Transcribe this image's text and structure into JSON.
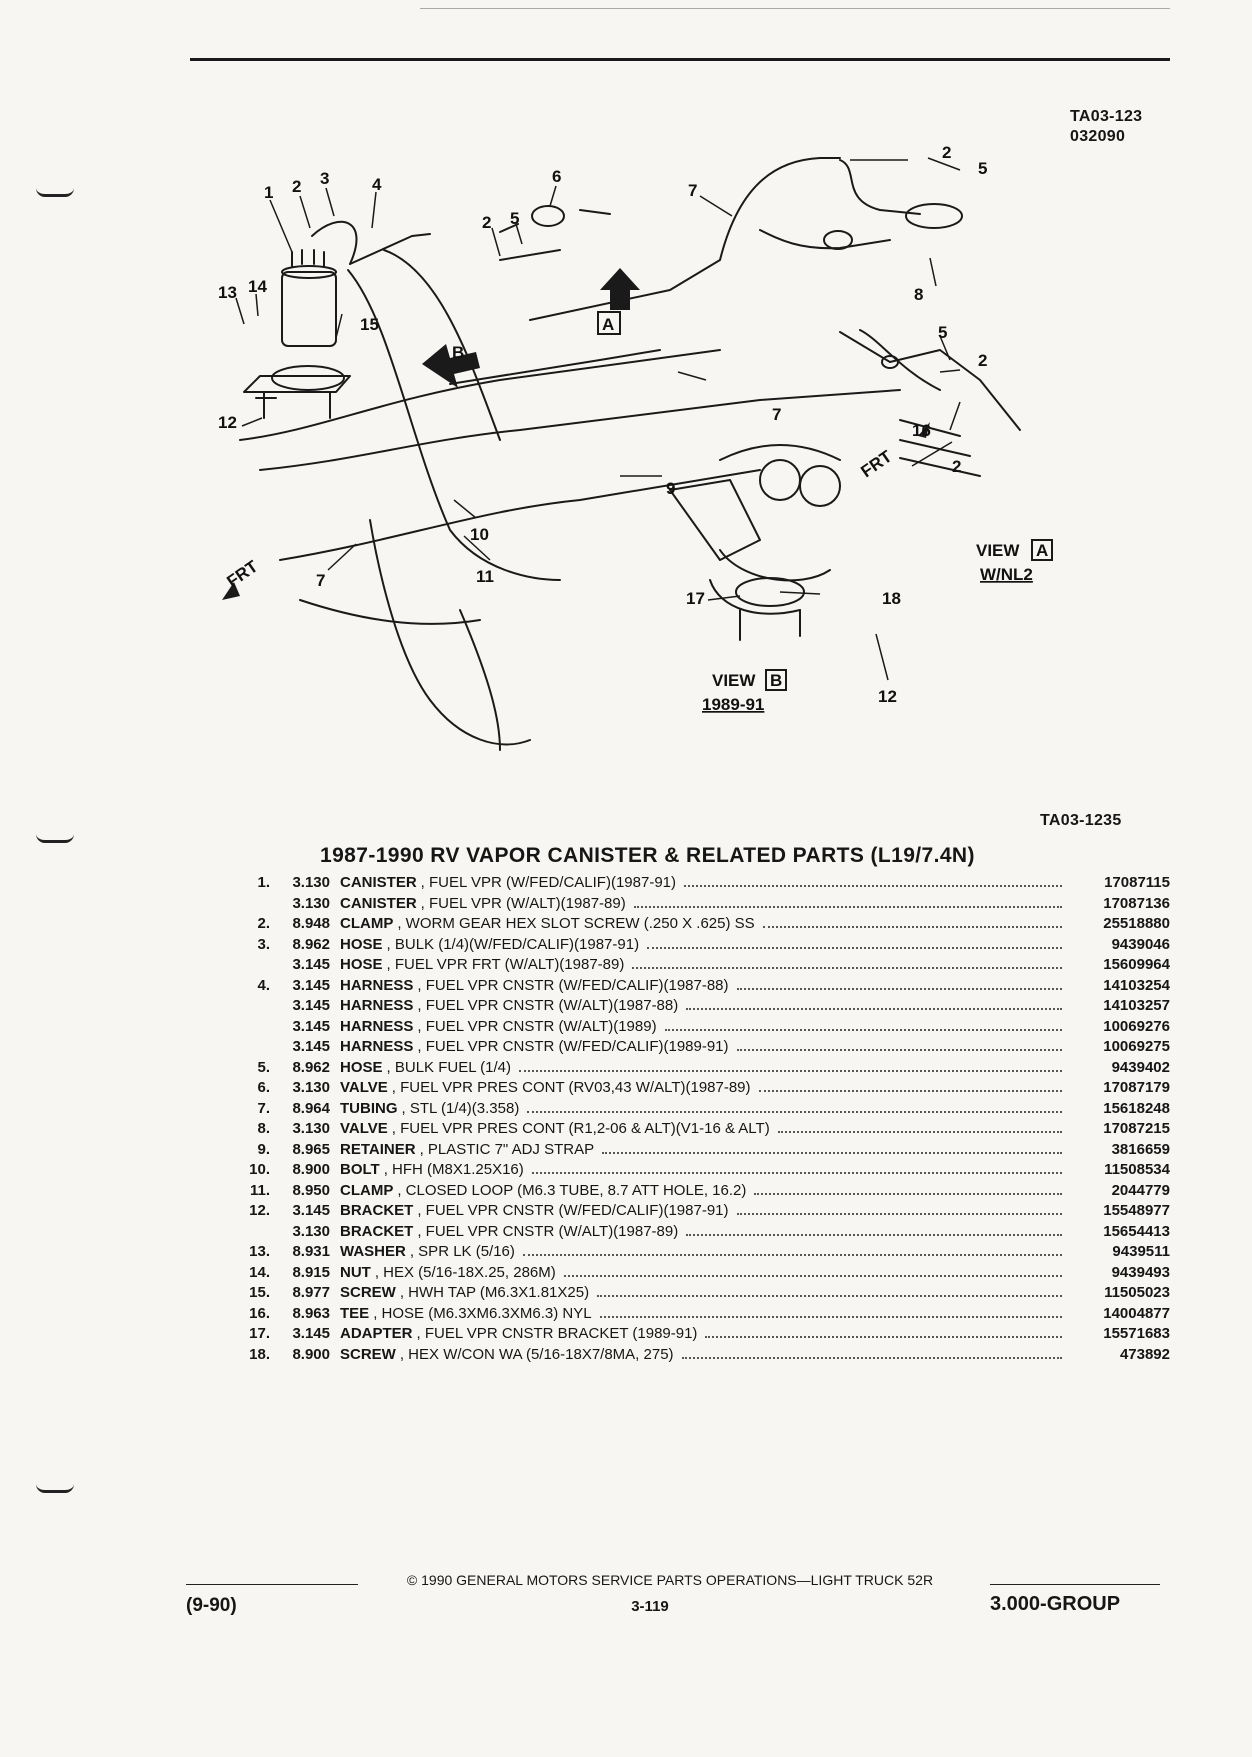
{
  "figure_codes": {
    "top_code": "TA03-123",
    "top_date": "032090",
    "bottom_code": "TA03-1235"
  },
  "diagram": {
    "callouts": [
      "1",
      "2",
      "3",
      "4",
      "13",
      "14",
      "15",
      "12",
      "2",
      "5",
      "6",
      "7",
      "5",
      "2",
      "8",
      "7",
      "9",
      "10",
      "11",
      "7",
      "5",
      "2",
      "16",
      "2",
      "17",
      "18",
      "12"
    ],
    "direction_labels": {
      "frt_left": "FRT",
      "frt_right": "FRT",
      "arrow_a": "A",
      "arrow_b": "B"
    },
    "view_a": {
      "label": "VIEW",
      "letter": "A",
      "sub": "W/NL2"
    },
    "view_b": {
      "label": "VIEW",
      "letter": "B",
      "sub": "1989-91"
    }
  },
  "title": "1987-1990 RV VAPOR CANISTER & RELATED PARTS (L19/7.4N)",
  "parts": [
    {
      "ref": "1.",
      "group": "3.130",
      "name": "CANISTER",
      "desc": ", FUEL VPR (W/FED/CALIF)(1987-91)",
      "part_no": "17087115"
    },
    {
      "ref": "",
      "group": "3.130",
      "name": "CANISTER",
      "desc": ", FUEL VPR (W/ALT)(1987-89)",
      "part_no": "17087136"
    },
    {
      "ref": "2.",
      "group": "8.948",
      "name": "CLAMP",
      "desc": ", WORM GEAR HEX SLOT SCREW (.250 X .625) SS",
      "part_no": "25518880"
    },
    {
      "ref": "3.",
      "group": "8.962",
      "name": "HOSE",
      "desc": ", BULK (1/4)(W/FED/CALIF)(1987-91)",
      "part_no": "9439046"
    },
    {
      "ref": "",
      "group": "3.145",
      "name": "HOSE",
      "desc": ", FUEL VPR FRT (W/ALT)(1987-89)",
      "part_no": "15609964"
    },
    {
      "ref": "4.",
      "group": "3.145",
      "name": "HARNESS",
      "desc": ", FUEL VPR CNSTR (W/FED/CALIF)(1987-88)",
      "part_no": "14103254"
    },
    {
      "ref": "",
      "group": "3.145",
      "name": "HARNESS",
      "desc": ", FUEL VPR CNSTR (W/ALT)(1987-88)",
      "part_no": "14103257"
    },
    {
      "ref": "",
      "group": "3.145",
      "name": "HARNESS",
      "desc": ", FUEL VPR CNSTR (W/ALT)(1989)",
      "part_no": "10069276"
    },
    {
      "ref": "",
      "group": "3.145",
      "name": "HARNESS",
      "desc": ", FUEL VPR CNSTR (W/FED/CALIF)(1989-91)",
      "part_no": "10069275"
    },
    {
      "ref": "5.",
      "group": "8.962",
      "name": "HOSE",
      "desc": ", BULK FUEL (1/4)",
      "part_no": "9439402"
    },
    {
      "ref": "6.",
      "group": "3.130",
      "name": "VALVE",
      "desc": ", FUEL VPR PRES CONT (RV03,43 W/ALT)(1987-89)",
      "part_no": "17087179"
    },
    {
      "ref": "7.",
      "group": "8.964",
      "name": "TUBING",
      "desc": ", STL (1/4)(3.358)",
      "part_no": "15618248"
    },
    {
      "ref": "8.",
      "group": "3.130",
      "name": "VALVE",
      "desc": ", FUEL VPR PRES CONT (R1,2-06 & ALT)(V1-16 & ALT)",
      "part_no": "17087215"
    },
    {
      "ref": "9.",
      "group": "8.965",
      "name": "RETAINER",
      "desc": ", PLASTIC 7\" ADJ STRAP",
      "part_no": "3816659"
    },
    {
      "ref": "10.",
      "group": "8.900",
      "name": "BOLT",
      "desc": ", HFH (M8X1.25X16)",
      "part_no": "11508534"
    },
    {
      "ref": "11.",
      "group": "8.950",
      "name": "CLAMP",
      "desc": ", CLOSED LOOP (M6.3 TUBE, 8.7 ATT HOLE, 16.2)",
      "part_no": "2044779"
    },
    {
      "ref": "12.",
      "group": "3.145",
      "name": "BRACKET",
      "desc": ", FUEL VPR CNSTR (W/FED/CALIF)(1987-91)",
      "part_no": "15548977"
    },
    {
      "ref": "",
      "group": "3.130",
      "name": "BRACKET",
      "desc": ", FUEL VPR CNSTR (W/ALT)(1987-89)",
      "part_no": "15654413"
    },
    {
      "ref": "13.",
      "group": "8.931",
      "name": "WASHER",
      "desc": ", SPR LK (5/16)",
      "part_no": "9439511"
    },
    {
      "ref": "14.",
      "group": "8.915",
      "name": "NUT",
      "desc": ", HEX (5/16-18X.25, 286M)",
      "part_no": "9439493"
    },
    {
      "ref": "15.",
      "group": "8.977",
      "name": "SCREW",
      "desc": ", HWH TAP (M6.3X1.81X25)",
      "part_no": "11505023"
    },
    {
      "ref": "16.",
      "group": "8.963",
      "name": "TEE",
      "desc": ", HOSE (M6.3XM6.3XM6.3) NYL",
      "part_no": "14004877"
    },
    {
      "ref": "17.",
      "group": "3.145",
      "name": "ADAPTER",
      "desc": ", FUEL VPR CNSTR BRACKET (1989-91)",
      "part_no": "15571683"
    },
    {
      "ref": "18.",
      "group": "8.900",
      "name": "SCREW",
      "desc": ", HEX W/CON WA (5/16-18X7/8MA, 275)",
      "part_no": "473892"
    }
  ],
  "footer": {
    "date": "(9-90)",
    "copyright": "© 1990 GENERAL MOTORS SERVICE PARTS OPERATIONS—LIGHT TRUCK 52R",
    "page": "3-119",
    "group": "3.000-GROUP"
  }
}
